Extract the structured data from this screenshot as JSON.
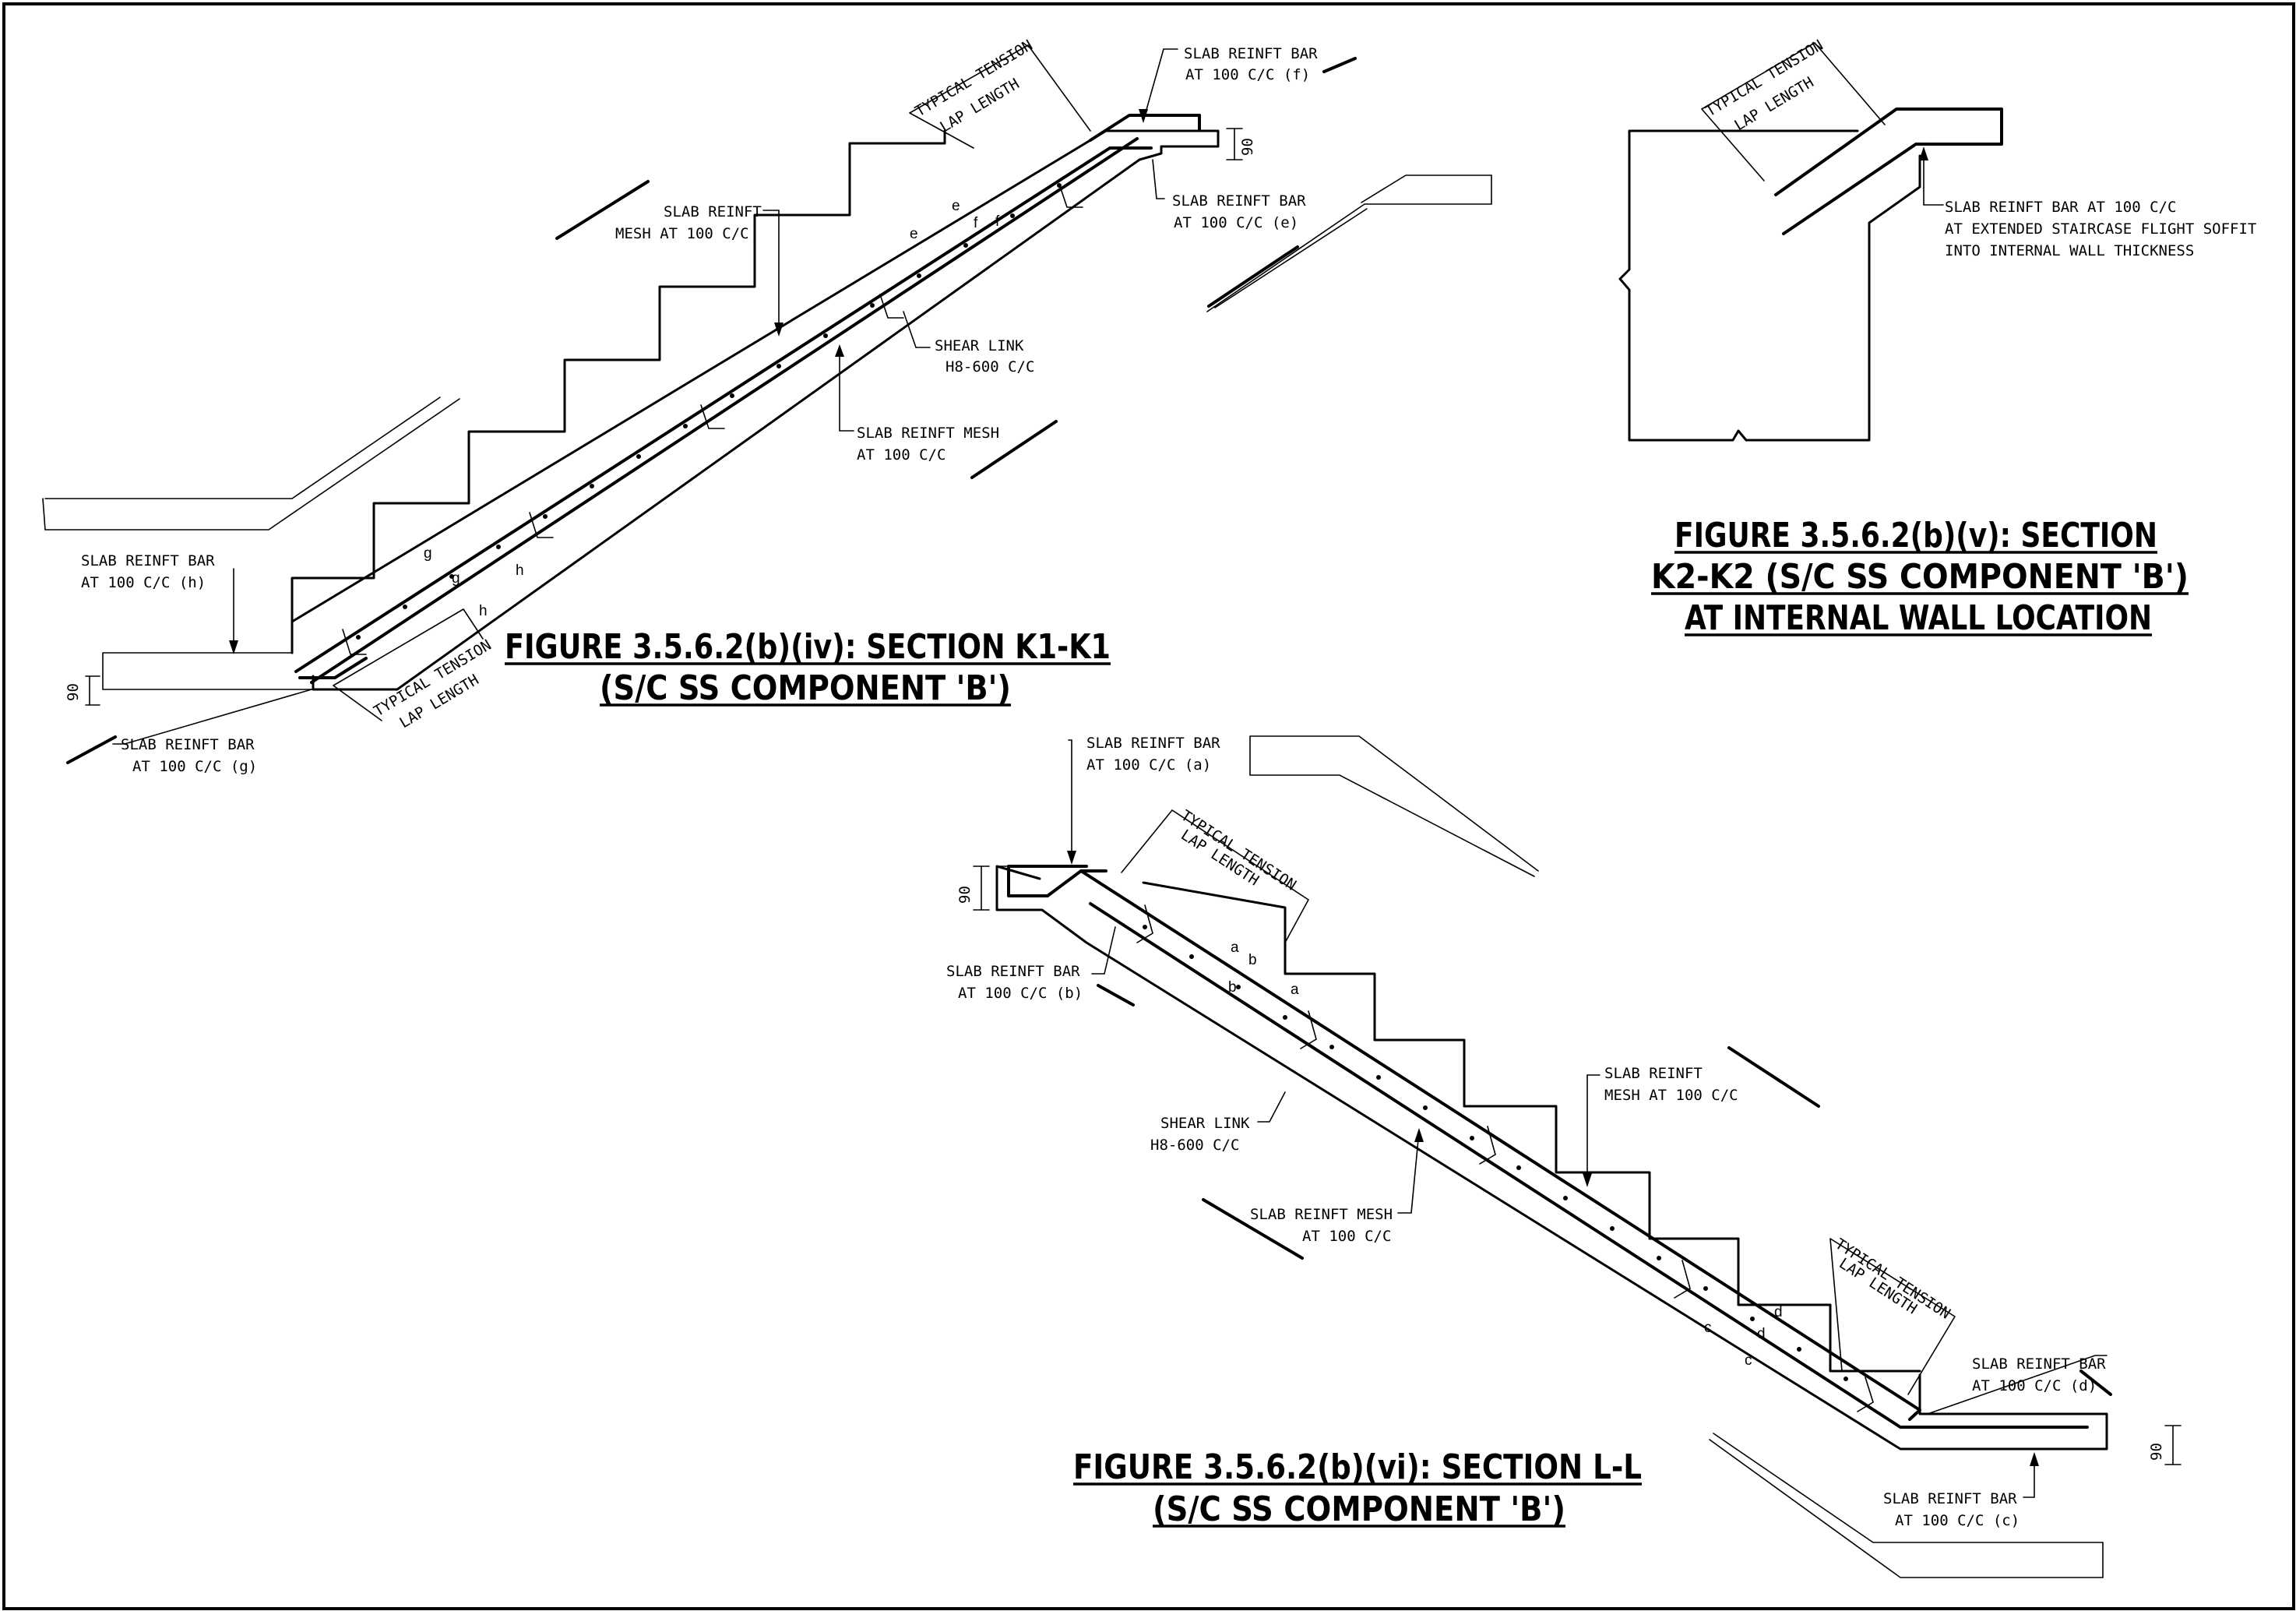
{
  "figures": {
    "k1": {
      "title_line1": "FIGURE 3.5.6.2(b)(iv): SECTION K1-K1",
      "title_line2": "(S/C SS COMPONENT 'B')",
      "labels": {
        "f_1": "SLAB REINFT BAR",
        "f_2": "AT 100 C/C (f)",
        "e_1": "SLAB REINFT BAR",
        "e_2": "AT 100 C/C (e)",
        "mesh_top_1": "SLAB REINFT",
        "mesh_top_2": "MESH AT 100 C/C",
        "shear_1": "SHEAR LINK",
        "shear_2": "H8-600 C/C",
        "mesh_bot_1": "SLAB REINFT MESH",
        "mesh_bot_2": "AT 100 C/C",
        "h_1": "SLAB REINFT BAR",
        "h_2": "AT 100 C/C (h)",
        "g_1": "SLAB REINFT BAR",
        "g_2": "AT 100 C/C (g)",
        "lap_top_1": "TYPICAL TENSION",
        "lap_top_2": "LAP LENGTH",
        "lap_bot_1": "TYPICAL TENSION",
        "lap_bot_2": "LAP LENGTH",
        "dim_top": "90",
        "dim_bot": "90",
        "bar_e1": "e",
        "bar_e2": "e",
        "bar_f1": "f",
        "bar_f2": "f",
        "bar_g1": "g",
        "bar_g2": "g",
        "bar_h1": "h",
        "bar_h2": "h"
      }
    },
    "k2": {
      "title_line1": "FIGURE 3.5.6.2(b)(v): SECTION",
      "title_line2": "K2-K2 (S/C SS COMPONENT 'B')",
      "title_line3": "AT INTERNAL WALL LOCATION",
      "labels": {
        "lap_1": "TYPICAL TENSION",
        "lap_2": "LAP LENGTH",
        "note_1": "SLAB REINFT BAR AT 100 C/C",
        "note_2": "AT EXTENDED STAIRCASE FLIGHT SOFFIT",
        "note_3": "INTO INTERNAL WALL THICKNESS"
      }
    },
    "l": {
      "title_line1": "FIGURE 3.5.6.2(b)(vi): SECTION L-L",
      "title_line2": "(S/C SS COMPONENT 'B')",
      "labels": {
        "a_1": "SLAB REINFT BAR",
        "a_2": "AT 100 C/C (a)",
        "b_1": "SLAB REINFT BAR",
        "b_2": "AT 100 C/C (b)",
        "shear_1": "SHEAR LINK",
        "shear_2": "H8-600 C/C",
        "mesh_top_1": "SLAB REINFT",
        "mesh_top_2": "MESH AT 100 C/C",
        "mesh_bot_1": "SLAB REINFT MESH",
        "mesh_bot_2": "AT 100 C/C",
        "d_1": "SLAB REINFT BAR",
        "d_2": "AT 100 C/C (d)",
        "c_1": "SLAB REINFT BAR",
        "c_2": "AT 100 C/C (c)",
        "lap_top_1": "TYPICAL TENSION",
        "lap_top_2": "LAP LENGTH",
        "lap_bot_1": "TYPICAL TENSION",
        "lap_bot_2": "LAP LENGTH",
        "dim_top": "90",
        "dim_bot": "90",
        "bar_a1": "a",
        "bar_a2": "a",
        "bar_b1": "b",
        "bar_b2": "b",
        "bar_c1": "c",
        "bar_c2": "c",
        "bar_d1": "d",
        "bar_d2": "d"
      }
    }
  }
}
